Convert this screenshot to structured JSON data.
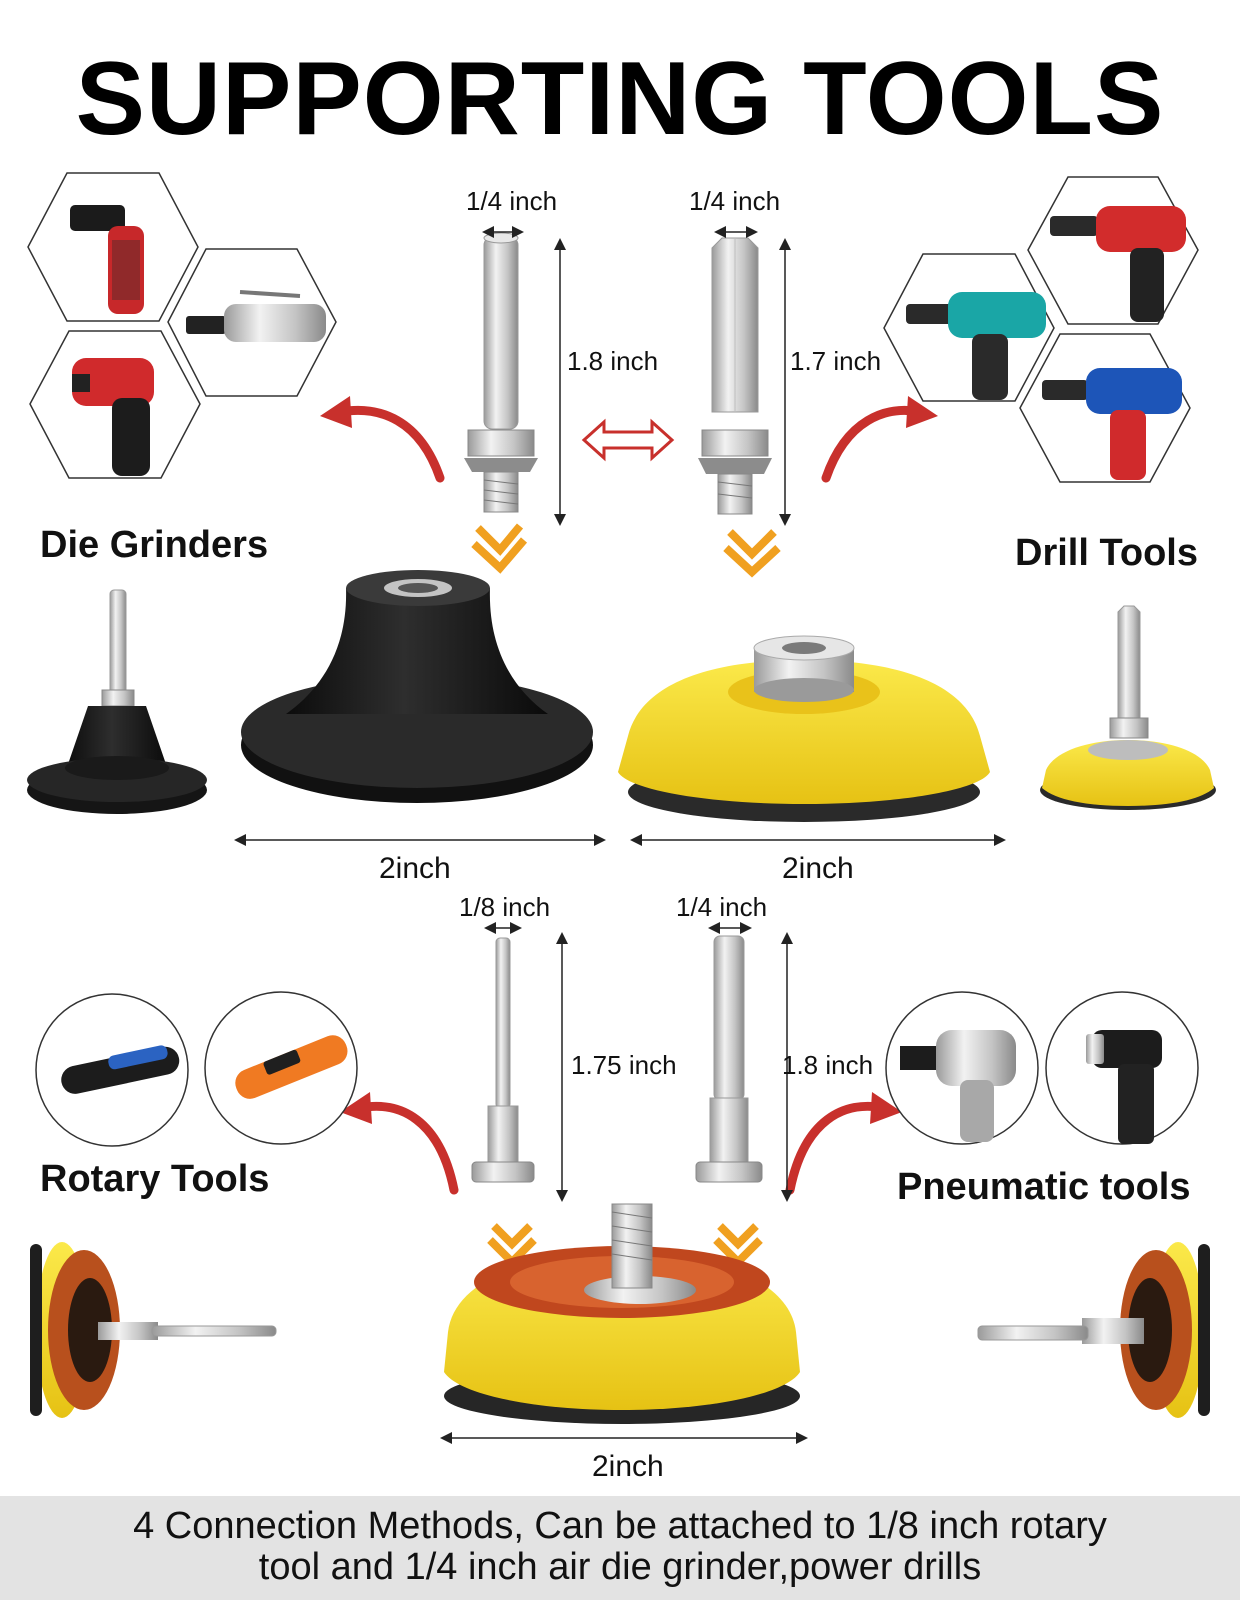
{
  "title": "SUPPORTING TOOLS",
  "sections": {
    "die_grinders": "Die Grinders",
    "drill_tools": "Drill Tools",
    "rotary_tools": "Rotary Tools",
    "pneumatic_tools": "Pneumatic tools"
  },
  "dimensions": {
    "top_left_diameter": "1/4 inch",
    "top_left_length": "1.8 inch",
    "top_right_diameter": "1/4 inch",
    "top_right_length": "1.7 inch",
    "mid_left_width": "2inch",
    "mid_right_width": "2inch",
    "bottom_left_diameter": "1/8 inch",
    "bottom_left_length": "1.75 inch",
    "bottom_right_diameter": "1/4 inch",
    "bottom_right_length": "1.8 inch",
    "bottom_pad_width": "2inch"
  },
  "footer": {
    "line1": "4 Connection Methods, Can be attached to 1/8 inch rotary",
    "line2": "tool and 1/4 inch air die grinder,power drills"
  },
  "colors": {
    "accent_red": "#c8302c",
    "accent_orange": "#f0a020",
    "pad_yellow": "#f5dc1e",
    "rubber_black": "#1a1a1a",
    "footer_bg": "#e3e3e3"
  }
}
